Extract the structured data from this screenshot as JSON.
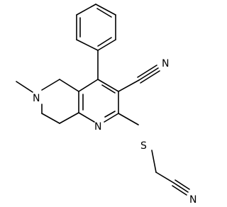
{
  "atoms": {
    "n_amine": "N",
    "n_pyridine": "N",
    "s_thioether": "S",
    "n_nitrile_ring": "N",
    "n_nitrile_chain": "N"
  },
  "colors": {
    "bond": "#000000",
    "label": "#000000",
    "background": "#ffffff"
  }
}
